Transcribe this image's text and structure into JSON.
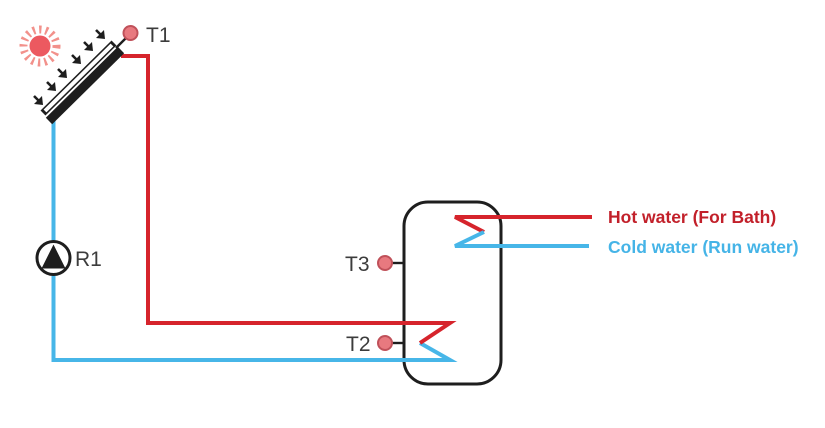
{
  "colors": {
    "hot-pipe": "#d6242c",
    "cold-pipe": "#47b6e8",
    "hot-label": "#c2202a",
    "cold-label": "#45b4e7",
    "sun-core": "#ec5960",
    "sun-rays": "#f2918b",
    "sensor-fill": "#e8797f",
    "sensor-stroke": "#c0515a",
    "outline": "#1e1e1e",
    "text": "#3c3c3c"
  },
  "icons": {
    "sun": "sun-icon",
    "pump": "pump-circle-triangle-icon",
    "sensor": "sensor-dot-icon",
    "irradiance": "arrow-down-right-icon"
  },
  "sensors": {
    "t1": {
      "label": "T1"
    },
    "t2": {
      "label": "T2"
    },
    "t3": {
      "label": "T3"
    }
  },
  "pump": {
    "label": "R1"
  },
  "legend": {
    "hot_water": "Hot water (For Bath)",
    "cold_water": "Cold water (Run water)"
  }
}
